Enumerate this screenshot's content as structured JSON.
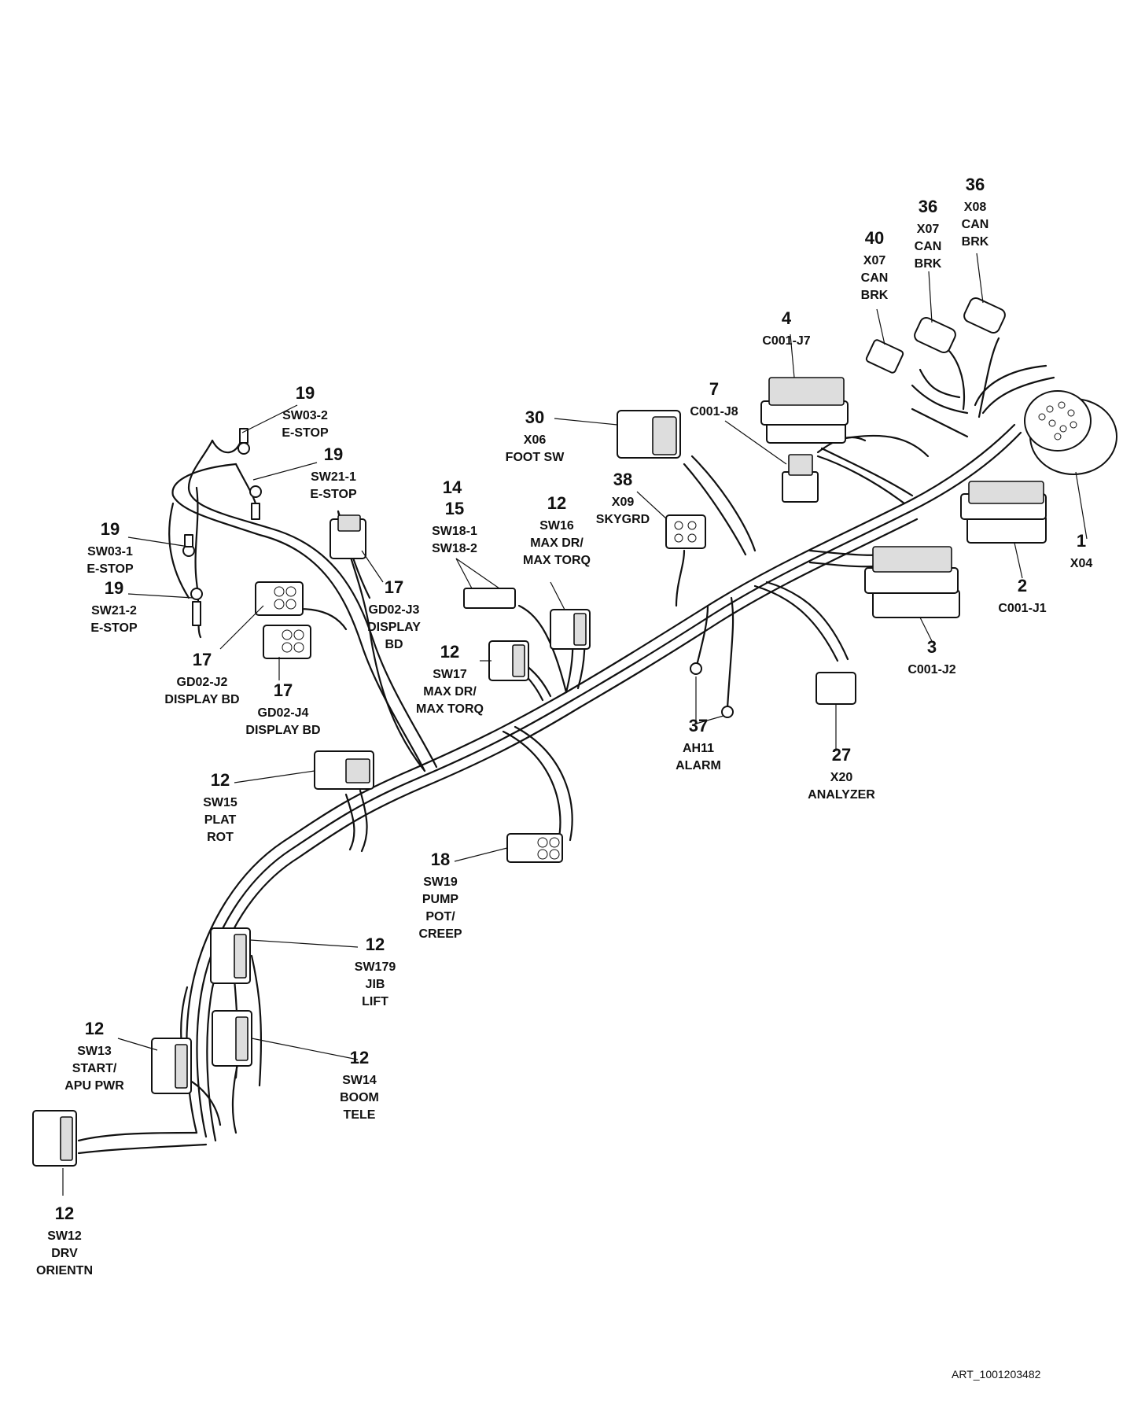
{
  "art_id": "ART_1001203482",
  "callouts": [
    {
      "id": "c1",
      "num": "1",
      "lines": [
        "X04"
      ]
    },
    {
      "id": "c2",
      "num": "2",
      "lines": [
        "C001-J1"
      ]
    },
    {
      "id": "c3",
      "num": "3",
      "lines": [
        "C001-J2"
      ]
    },
    {
      "id": "c4",
      "num": "4",
      "lines": [
        "C001-J7"
      ]
    },
    {
      "id": "c7",
      "num": "7",
      "lines": [
        "C001-J8"
      ]
    },
    {
      "id": "c40",
      "num": "40",
      "lines": [
        "X07",
        "CAN",
        "BRK"
      ]
    },
    {
      "id": "c36a",
      "num": "36",
      "lines": [
        "X07",
        "CAN",
        "BRK"
      ]
    },
    {
      "id": "c36b",
      "num": "36",
      "lines": [
        "X08",
        "CAN",
        "BRK"
      ]
    },
    {
      "id": "c30",
      "num": "30",
      "lines": [
        "X06",
        "FOOT SW"
      ]
    },
    {
      "id": "c38",
      "num": "38",
      "lines": [
        "X09",
        "SKYGRD"
      ]
    },
    {
      "id": "c14",
      "num": "14",
      "lines": []
    },
    {
      "id": "c15",
      "num": "15",
      "lines": [
        "SW18-1",
        "SW18-2"
      ]
    },
    {
      "id": "c12_sw16",
      "num": "12",
      "lines": [
        "SW16",
        "MAX DR/",
        "MAX TORQ"
      ]
    },
    {
      "id": "c12_sw17",
      "num": "12",
      "lines": [
        "SW17",
        "MAX DR/",
        "MAX TORQ"
      ]
    },
    {
      "id": "c19_sw03_2",
      "num": "19",
      "lines": [
        "SW03-2",
        "E-STOP"
      ]
    },
    {
      "id": "c19_sw21_1",
      "num": "19",
      "lines": [
        "SW21-1",
        "E-STOP"
      ]
    },
    {
      "id": "c19_sw03_1",
      "num": "19",
      "lines": [
        "SW03-1",
        "E-STOP"
      ]
    },
    {
      "id": "c19_sw21_2",
      "num": "19",
      "lines": [
        "SW21-2",
        "E-STOP"
      ]
    },
    {
      "id": "c17_j3",
      "num": "17",
      "lines": [
        "GD02-J3",
        "DISPLAY",
        "BD"
      ]
    },
    {
      "id": "c17_j2",
      "num": "17",
      "lines": [
        "GD02-J2",
        "DISPLAY BD"
      ]
    },
    {
      "id": "c17_j4",
      "num": "17",
      "lines": [
        "GD02-J4",
        "DISPLAY BD"
      ]
    },
    {
      "id": "c37",
      "num": "37",
      "lines": [
        "AH11",
        "ALARM"
      ]
    },
    {
      "id": "c27",
      "num": "27",
      "lines": [
        "X20",
        "ANALYZER"
      ]
    },
    {
      "id": "c12_sw15",
      "num": "12",
      "lines": [
        "SW15",
        "PLAT",
        "ROT"
      ]
    },
    {
      "id": "c18",
      "num": "18",
      "lines": [
        "SW19",
        "PUMP",
        "POT/",
        "CREEP"
      ]
    },
    {
      "id": "c12_sw179",
      "num": "12",
      "lines": [
        "SW179",
        "JIB",
        "LIFT"
      ]
    },
    {
      "id": "c12_sw13",
      "num": "12",
      "lines": [
        "SW13",
        "START/",
        "APU PWR"
      ]
    },
    {
      "id": "c12_sw14",
      "num": "12",
      "lines": [
        "SW14",
        "BOOM",
        "TELE"
      ]
    },
    {
      "id": "c12_sw12",
      "num": "12",
      "lines": [
        "SW12",
        "DRV",
        "ORIENTN"
      ]
    }
  ]
}
